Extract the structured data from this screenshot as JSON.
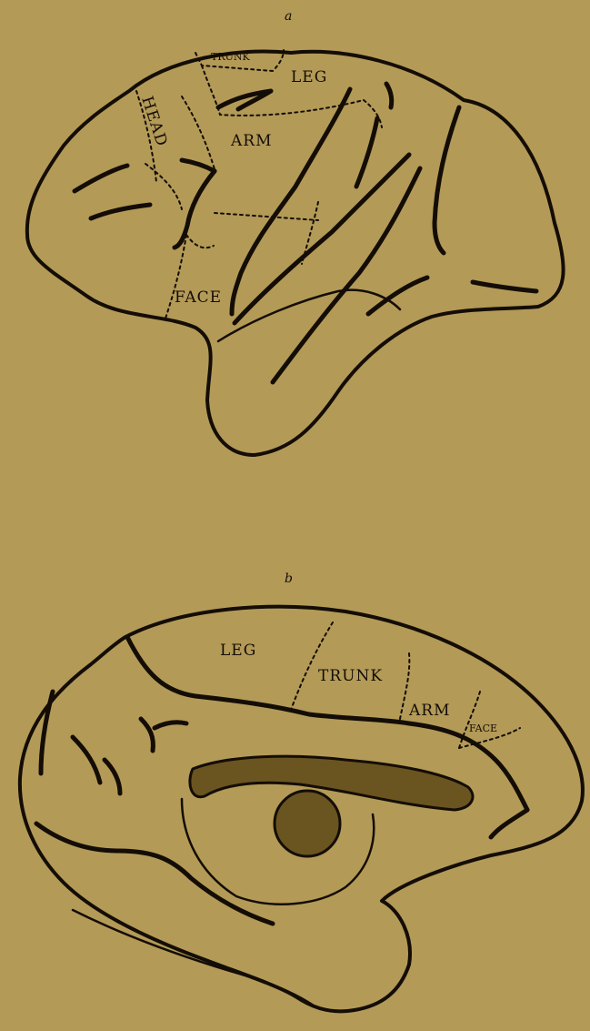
{
  "figure": {
    "panel_a": {
      "letter": "a",
      "regions": {
        "trunk": "TRUNK",
        "leg": "LEG",
        "head": "HEAD",
        "arm": "ARM",
        "face": "FACE"
      }
    },
    "panel_b": {
      "letter": "b",
      "regions": {
        "leg": "LEG",
        "trunk": "TRUNK",
        "arm": "ARM",
        "face": "FACE"
      }
    }
  },
  "colors": {
    "paper": "#b39a57",
    "ink": "#140d06"
  }
}
